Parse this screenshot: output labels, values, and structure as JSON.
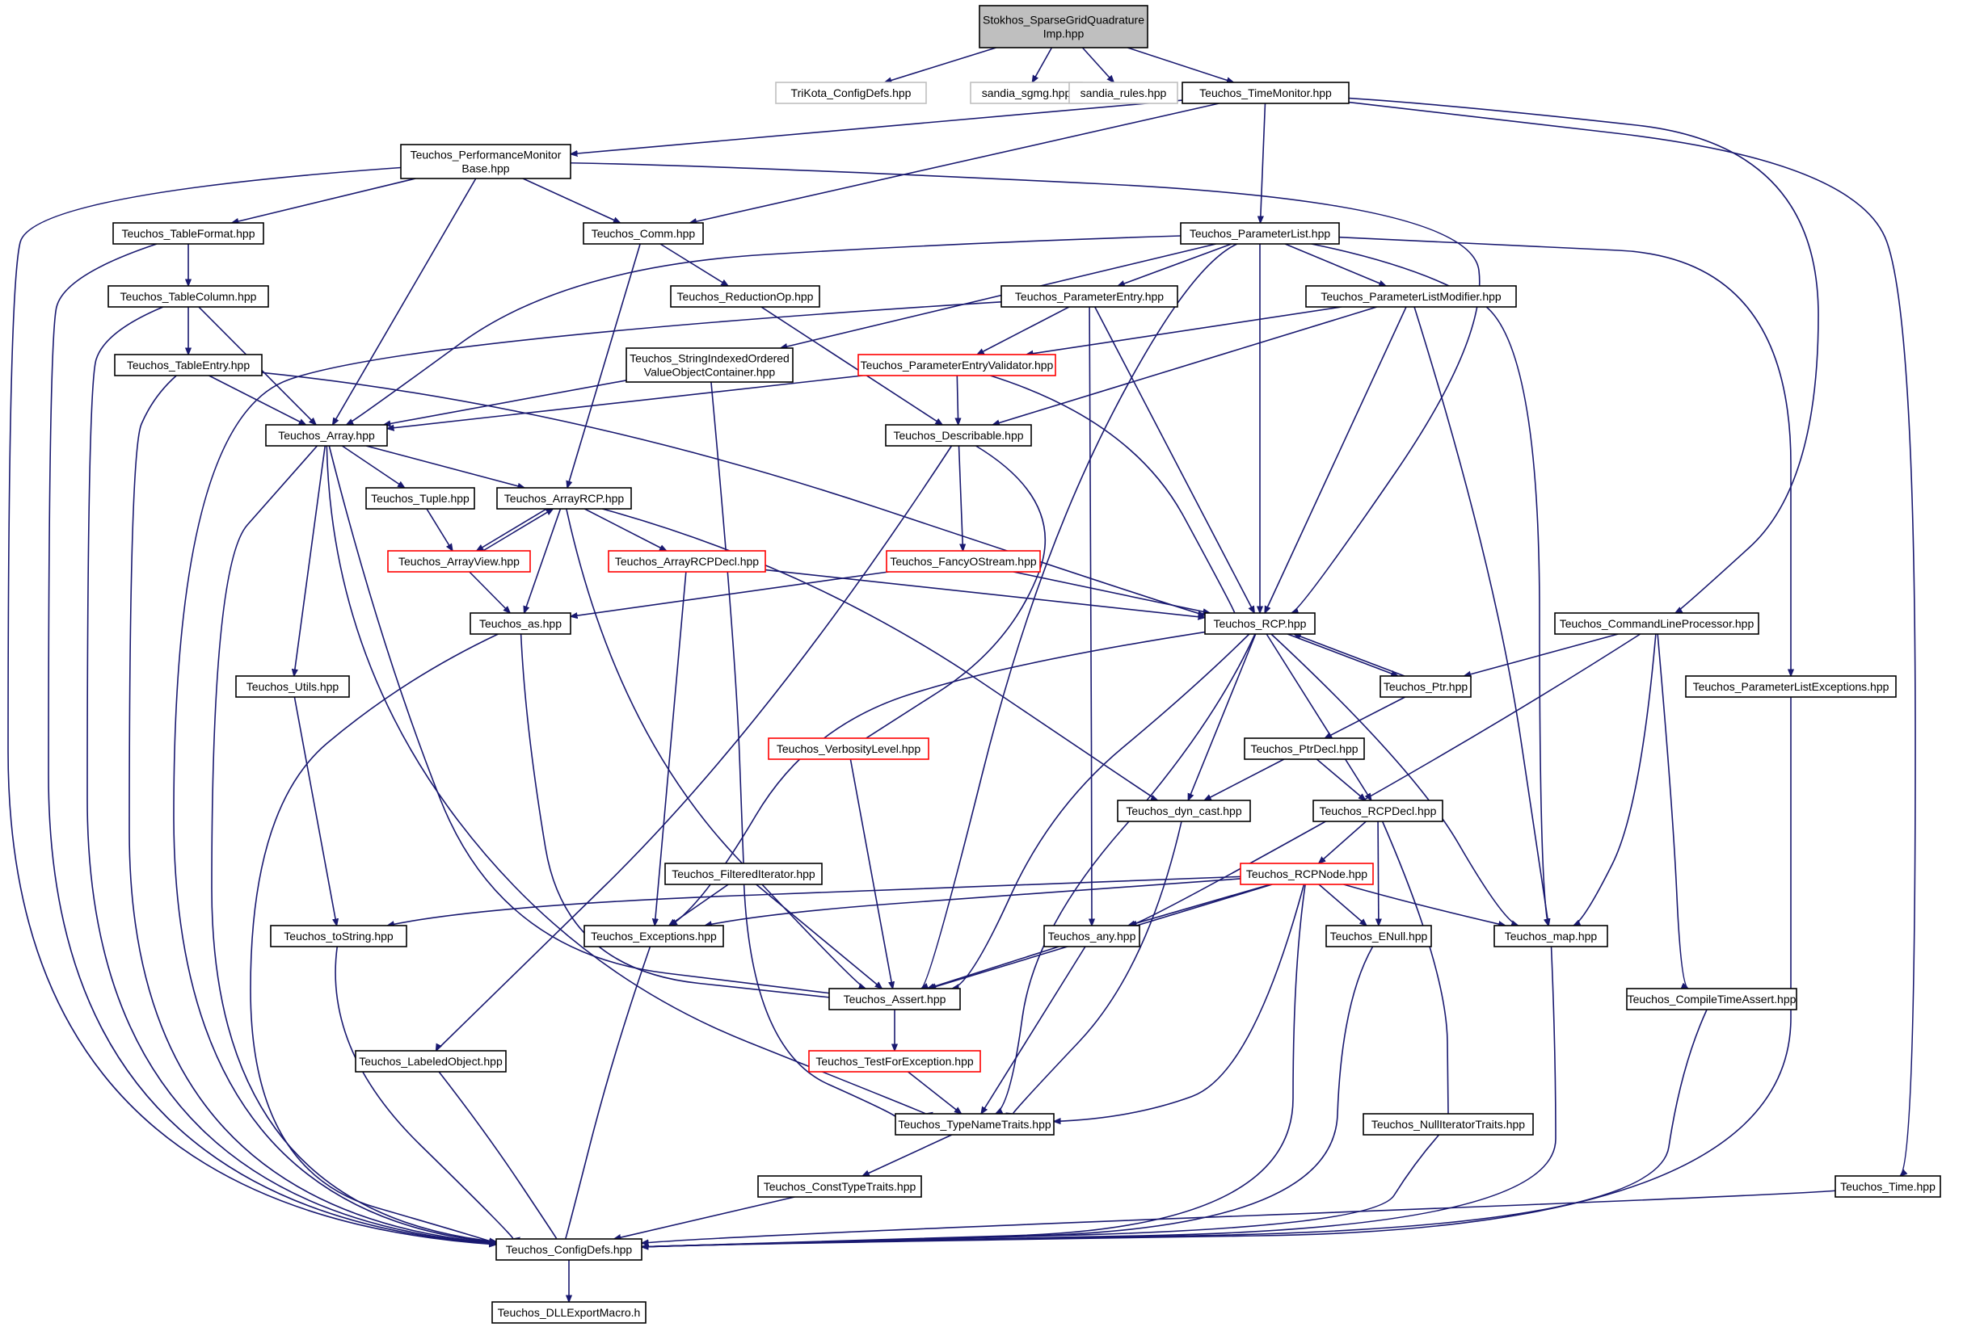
{
  "diagram": {
    "title": "Stokhos_SparseGridQuadratureImp.hpp include dependency graph",
    "colors": {
      "edge": "#191970",
      "root_fill": "#bfbfbf",
      "border_normal": "#000000",
      "border_truncated": "#ff0000",
      "border_external": "#bfbfbf",
      "background": "#ffffff"
    },
    "nodes": [
      {
        "id": "root",
        "lines": [
          "Stokhos_SparseGridQuadrature",
          "Imp.hpp"
        ],
        "style": "root"
      },
      {
        "id": "trikota",
        "lines": [
          "TriKota_ConfigDefs.hpp"
        ],
        "style": "external"
      },
      {
        "id": "sgmg",
        "lines": [
          "sandia_sgmg.hpp"
        ],
        "style": "external"
      },
      {
        "id": "rules",
        "lines": [
          "sandia_rules.hpp"
        ],
        "style": "external"
      },
      {
        "id": "timemonitor",
        "lines": [
          "Teuchos_TimeMonitor.hpp"
        ],
        "style": "normal"
      },
      {
        "id": "perfmon",
        "lines": [
          "Teuchos_PerformanceMonitor",
          "Base.hpp"
        ],
        "style": "normal"
      },
      {
        "id": "tableformat",
        "lines": [
          "Teuchos_TableFormat.hpp"
        ],
        "style": "normal"
      },
      {
        "id": "comm",
        "lines": [
          "Teuchos_Comm.hpp"
        ],
        "style": "normal"
      },
      {
        "id": "paramlist",
        "lines": [
          "Teuchos_ParameterList.hpp"
        ],
        "style": "normal"
      },
      {
        "id": "tablecolumn",
        "lines": [
          "Teuchos_TableColumn.hpp"
        ],
        "style": "normal"
      },
      {
        "id": "reductionop",
        "lines": [
          "Teuchos_ReductionOp.hpp"
        ],
        "style": "normal"
      },
      {
        "id": "paramentry",
        "lines": [
          "Teuchos_ParameterEntry.hpp"
        ],
        "style": "normal"
      },
      {
        "id": "paramlistmod",
        "lines": [
          "Teuchos_ParameterListModifier.hpp"
        ],
        "style": "normal"
      },
      {
        "id": "tableentry",
        "lines": [
          "Teuchos_TableEntry.hpp"
        ],
        "style": "normal"
      },
      {
        "id": "stringindexed",
        "lines": [
          "Teuchos_StringIndexedOrdered",
          "ValueObjectContainer.hpp"
        ],
        "style": "normal"
      },
      {
        "id": "pev",
        "lines": [
          "Teuchos_ParameterEntryValidator.hpp"
        ],
        "style": "truncated"
      },
      {
        "id": "array",
        "lines": [
          "Teuchos_Array.hpp"
        ],
        "style": "normal"
      },
      {
        "id": "describable",
        "lines": [
          "Teuchos_Describable.hpp"
        ],
        "style": "normal"
      },
      {
        "id": "tuple",
        "lines": [
          "Teuchos_Tuple.hpp"
        ],
        "style": "normal"
      },
      {
        "id": "arrayrcp",
        "lines": [
          "Teuchos_ArrayRCP.hpp"
        ],
        "style": "normal"
      },
      {
        "id": "arrayview",
        "lines": [
          "Teuchos_ArrayView.hpp"
        ],
        "style": "truncated"
      },
      {
        "id": "arrayrcpdecl",
        "lines": [
          "Teuchos_ArrayRCPDecl.hpp"
        ],
        "style": "truncated"
      },
      {
        "id": "fancy",
        "lines": [
          "Teuchos_FancyOStream.hpp"
        ],
        "style": "truncated"
      },
      {
        "id": "as",
        "lines": [
          "Teuchos_as.hpp"
        ],
        "style": "normal"
      },
      {
        "id": "rcp",
        "lines": [
          "Teuchos_RCP.hpp"
        ],
        "style": "normal"
      },
      {
        "id": "clp",
        "lines": [
          "Teuchos_CommandLineProcessor.hpp"
        ],
        "style": "normal"
      },
      {
        "id": "utils",
        "lines": [
          "Teuchos_Utils.hpp"
        ],
        "style": "normal"
      },
      {
        "id": "ptr",
        "lines": [
          "Teuchos_Ptr.hpp"
        ],
        "style": "normal"
      },
      {
        "id": "plexc",
        "lines": [
          "Teuchos_ParameterListExceptions.hpp"
        ],
        "style": "normal"
      },
      {
        "id": "verbosity",
        "lines": [
          "Teuchos_VerbosityLevel.hpp"
        ],
        "style": "truncated"
      },
      {
        "id": "ptrdecl",
        "lines": [
          "Teuchos_PtrDecl.hpp"
        ],
        "style": "normal"
      },
      {
        "id": "dyncast",
        "lines": [
          "Teuchos_dyn_cast.hpp"
        ],
        "style": "normal"
      },
      {
        "id": "rcpdecl",
        "lines": [
          "Teuchos_RCPDecl.hpp"
        ],
        "style": "normal"
      },
      {
        "id": "filterediter",
        "lines": [
          "Teuchos_FilteredIterator.hpp"
        ],
        "style": "normal"
      },
      {
        "id": "rcpnode",
        "lines": [
          "Teuchos_RCPNode.hpp"
        ],
        "style": "truncated"
      },
      {
        "id": "tostring",
        "lines": [
          "Teuchos_toString.hpp"
        ],
        "style": "normal"
      },
      {
        "id": "exceptions",
        "lines": [
          "Teuchos_Exceptions.hpp"
        ],
        "style": "normal"
      },
      {
        "id": "any",
        "lines": [
          "Teuchos_any.hpp"
        ],
        "style": "normal"
      },
      {
        "id": "enull",
        "lines": [
          "Teuchos_ENull.hpp"
        ],
        "style": "normal"
      },
      {
        "id": "map",
        "lines": [
          "Teuchos_map.hpp"
        ],
        "style": "normal"
      },
      {
        "id": "assert",
        "lines": [
          "Teuchos_Assert.hpp"
        ],
        "style": "normal"
      },
      {
        "id": "cta",
        "lines": [
          "Teuchos_CompileTimeAssert.hpp"
        ],
        "style": "normal"
      },
      {
        "id": "labeled",
        "lines": [
          "Teuchos_LabeledObject.hpp"
        ],
        "style": "normal"
      },
      {
        "id": "testforexc",
        "lines": [
          "Teuchos_TestForException.hpp"
        ],
        "style": "truncated"
      },
      {
        "id": "typename",
        "lines": [
          "Teuchos_TypeNameTraits.hpp"
        ],
        "style": "normal"
      },
      {
        "id": "nulliter",
        "lines": [
          "Teuchos_NullIteratorTraits.hpp"
        ],
        "style": "normal"
      },
      {
        "id": "consttype",
        "lines": [
          "Teuchos_ConstTypeTraits.hpp"
        ],
        "style": "normal"
      },
      {
        "id": "time",
        "lines": [
          "Teuchos_Time.hpp"
        ],
        "style": "normal"
      },
      {
        "id": "configdefs",
        "lines": [
          "Teuchos_ConfigDefs.hpp"
        ],
        "style": "normal"
      },
      {
        "id": "dllexport",
        "lines": [
          "Teuchos_DLLExportMacro.h"
        ],
        "style": "normal"
      }
    ],
    "edges": [
      {
        "from": "root",
        "to": "trikota"
      },
      {
        "from": "root",
        "to": "sgmg"
      },
      {
        "from": "root",
        "to": "rules"
      },
      {
        "from": "root",
        "to": "timemonitor"
      },
      {
        "from": "timemonitor",
        "to": "perfmon"
      },
      {
        "from": "timemonitor",
        "to": "comm"
      },
      {
        "from": "timemonitor",
        "to": "paramlist"
      },
      {
        "from": "timemonitor",
        "to": "clp"
      },
      {
        "from": "timemonitor",
        "to": "time"
      },
      {
        "from": "perfmon",
        "to": "tableformat"
      },
      {
        "from": "perfmon",
        "to": "comm"
      },
      {
        "from": "perfmon",
        "to": "array"
      },
      {
        "from": "perfmon",
        "to": "rcp"
      },
      {
        "from": "perfmon",
        "to": "configdefs"
      },
      {
        "from": "tableformat",
        "to": "tablecolumn"
      },
      {
        "from": "tableformat",
        "to": "configdefs"
      },
      {
        "from": "tablecolumn",
        "to": "tableentry"
      },
      {
        "from": "tablecolumn",
        "to": "array"
      },
      {
        "from": "tablecolumn",
        "to": "configdefs"
      },
      {
        "from": "tableentry",
        "to": "array"
      },
      {
        "from": "tableentry",
        "to": "rcp"
      },
      {
        "from": "tableentry",
        "to": "configdefs"
      },
      {
        "from": "comm",
        "to": "reductionop"
      },
      {
        "from": "comm",
        "to": "arrayrcp"
      },
      {
        "from": "reductionop",
        "to": "describable"
      },
      {
        "from": "paramlist",
        "to": "paramentry"
      },
      {
        "from": "paramlist",
        "to": "paramlistmod"
      },
      {
        "from": "paramlist",
        "to": "stringindexed"
      },
      {
        "from": "paramlist",
        "to": "array"
      },
      {
        "from": "paramlist",
        "to": "rcp"
      },
      {
        "from": "paramlist",
        "to": "assert"
      },
      {
        "from": "paramlist",
        "to": "map"
      },
      {
        "from": "paramlist",
        "to": "plexc"
      },
      {
        "from": "paramentry",
        "to": "pev"
      },
      {
        "from": "paramentry",
        "to": "rcp"
      },
      {
        "from": "paramentry",
        "to": "any"
      },
      {
        "from": "paramentry",
        "to": "configdefs"
      },
      {
        "from": "paramlistmod",
        "to": "pev"
      },
      {
        "from": "paramlistmod",
        "to": "describable"
      },
      {
        "from": "paramlistmod",
        "to": "rcp"
      },
      {
        "from": "paramlistmod",
        "to": "map"
      },
      {
        "from": "stringindexed",
        "to": "array"
      },
      {
        "from": "stringindexed",
        "to": "filterediter"
      },
      {
        "from": "pev",
        "to": "describable"
      },
      {
        "from": "pev",
        "to": "array"
      },
      {
        "from": "pev",
        "to": "rcp"
      },
      {
        "from": "describable",
        "to": "fancy"
      },
      {
        "from": "describable",
        "to": "verbosity"
      },
      {
        "from": "describable",
        "to": "labeled"
      },
      {
        "from": "array",
        "to": "tuple"
      },
      {
        "from": "array",
        "to": "arrayrcp"
      },
      {
        "from": "array",
        "to": "utils"
      },
      {
        "from": "array",
        "to": "assert"
      },
      {
        "from": "array",
        "to": "typename"
      },
      {
        "from": "array",
        "to": "configdefs"
      },
      {
        "from": "tuple",
        "to": "arrayview"
      },
      {
        "from": "arrayrcp",
        "to": "arrayview"
      },
      {
        "from": "arrayrcp",
        "to": "arrayrcpdecl"
      },
      {
        "from": "arrayrcp",
        "to": "as"
      },
      {
        "from": "arrayrcp",
        "to": "assert"
      },
      {
        "from": "arrayrcp",
        "to": "dyncast"
      },
      {
        "from": "arrayview",
        "to": "arrayrcp"
      },
      {
        "from": "arrayview",
        "to": "as"
      },
      {
        "from": "arrayrcpdecl",
        "to": "rcp"
      },
      {
        "from": "arrayrcpdecl",
        "to": "exceptions"
      },
      {
        "from": "fancy",
        "to": "rcp"
      },
      {
        "from": "fancy",
        "to": "as"
      },
      {
        "from": "as",
        "to": "assert"
      },
      {
        "from": "as",
        "to": "configdefs"
      },
      {
        "from": "rcp",
        "to": "ptr"
      },
      {
        "from": "rcp",
        "to": "rcpdecl"
      },
      {
        "from": "rcp",
        "to": "dyncast"
      },
      {
        "from": "rcp",
        "to": "exceptions"
      },
      {
        "from": "rcp",
        "to": "assert"
      },
      {
        "from": "rcp",
        "to": "typename"
      },
      {
        "from": "rcp",
        "to": "map"
      },
      {
        "from": "ptr",
        "to": "rcp"
      },
      {
        "from": "ptr",
        "to": "ptrdecl"
      },
      {
        "from": "ptrdecl",
        "to": "rcpdecl"
      },
      {
        "from": "ptrdecl",
        "to": "dyncast"
      },
      {
        "from": "clp",
        "to": "ptr"
      },
      {
        "from": "clp",
        "to": "any"
      },
      {
        "from": "clp",
        "to": "map"
      },
      {
        "from": "clp",
        "to": "cta"
      },
      {
        "from": "utils",
        "to": "tostring"
      },
      {
        "from": "plexc",
        "to": "configdefs"
      },
      {
        "from": "verbosity",
        "to": "assert"
      },
      {
        "from": "dyncast",
        "to": "typename"
      },
      {
        "from": "rcpdecl",
        "to": "rcpnode"
      },
      {
        "from": "rcpdecl",
        "to": "enull"
      },
      {
        "from": "rcpdecl",
        "to": "nulliter"
      },
      {
        "from": "filterediter",
        "to": "exceptions"
      },
      {
        "from": "filterediter",
        "to": "assert"
      },
      {
        "from": "filterediter",
        "to": "typename"
      },
      {
        "from": "rcpnode",
        "to": "tostring"
      },
      {
        "from": "rcpnode",
        "to": "exceptions"
      },
      {
        "from": "rcpnode",
        "to": "any"
      },
      {
        "from": "rcpnode",
        "to": "enull"
      },
      {
        "from": "rcpnode",
        "to": "map"
      },
      {
        "from": "rcpnode",
        "to": "assert"
      },
      {
        "from": "rcpnode",
        "to": "typename"
      },
      {
        "from": "rcpnode",
        "to": "configdefs"
      },
      {
        "from": "tostring",
        "to": "configdefs"
      },
      {
        "from": "exceptions",
        "to": "configdefs"
      },
      {
        "from": "any",
        "to": "assert"
      },
      {
        "from": "any",
        "to": "typename"
      },
      {
        "from": "enull",
        "to": "configdefs"
      },
      {
        "from": "map",
        "to": "configdefs"
      },
      {
        "from": "assert",
        "to": "testforexc"
      },
      {
        "from": "testforexc",
        "to": "typename"
      },
      {
        "from": "cta",
        "to": "configdefs"
      },
      {
        "from": "labeled",
        "to": "configdefs"
      },
      {
        "from": "typename",
        "to": "consttype"
      },
      {
        "from": "nulliter",
        "to": "configdefs"
      },
      {
        "from": "consttype",
        "to": "configdefs"
      },
      {
        "from": "time",
        "to": "configdefs"
      },
      {
        "from": "configdefs",
        "to": "dllexport"
      }
    ]
  }
}
